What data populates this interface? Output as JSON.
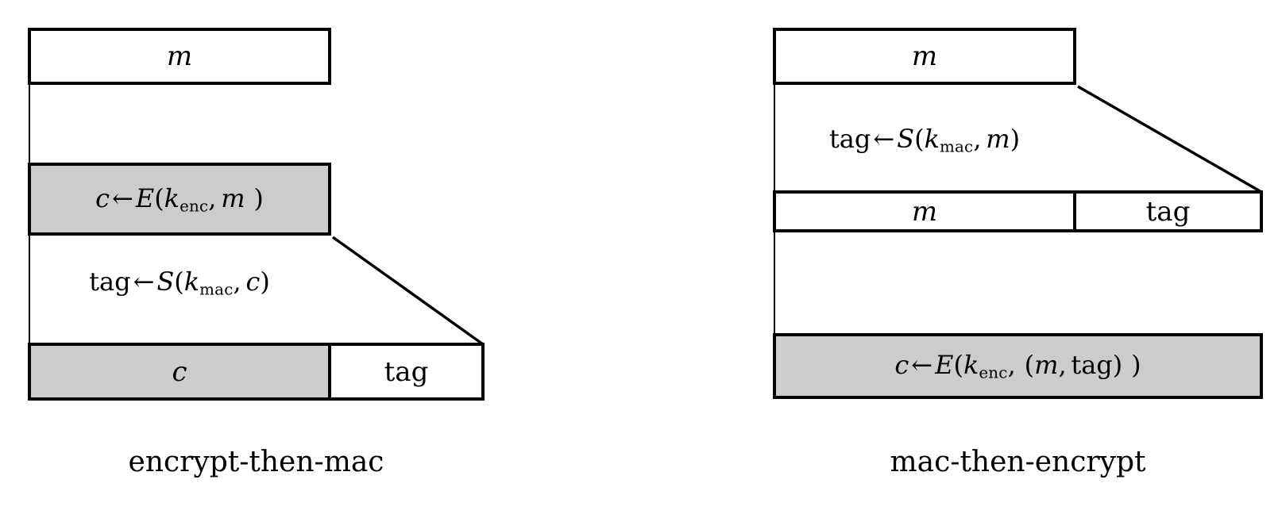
{
  "figure": {
    "title_alt": "encrypt-then-mac versus mac-then-encrypt",
    "colors": {
      "stroke": "#000000",
      "shaded_fill": "#cccccc",
      "plain_fill": "#ffffff",
      "background": "#ffffff"
    }
  },
  "diagrams": [
    {
      "id": "encrypt-then-mac",
      "caption": "encrypt-then-mac",
      "steps": [
        {
          "id": "plaintext",
          "kind": "box",
          "shaded": false,
          "label": "m",
          "label_parts": {
            "var": "m"
          }
        },
        {
          "id": "encrypt",
          "kind": "box",
          "shaded": true,
          "label": "c ← E(k_enc, m )",
          "label_parts": {
            "out": "c",
            "arrow": "←",
            "fn": "E",
            "open": "(",
            "key_base": "k",
            "key_sub": "enc",
            "comma": ",",
            "arg": "m",
            "close": ")"
          }
        },
        {
          "id": "mac",
          "kind": "gap-formula",
          "label": "tag ← S(k_mac, c)",
          "label_parts": {
            "out": "tag",
            "arrow": "←",
            "fn": "S",
            "open": "(",
            "key_base": "k",
            "key_sub": "mac",
            "comma": ",",
            "arg": "c",
            "close": ")"
          }
        },
        {
          "id": "output",
          "kind": "split-box",
          "cells": [
            {
              "id": "ciphertext",
              "label": "c",
              "shaded": true
            },
            {
              "id": "tag",
              "label": "tag",
              "shaded": false
            }
          ]
        }
      ]
    },
    {
      "id": "mac-then-encrypt",
      "caption": "mac-then-encrypt",
      "steps": [
        {
          "id": "plaintext",
          "kind": "box",
          "shaded": false,
          "label": "m",
          "label_parts": {
            "var": "m"
          }
        },
        {
          "id": "mac",
          "kind": "gap-formula",
          "label": "tag ← S(k_mac, m)",
          "label_parts": {
            "out": "tag",
            "arrow": "←",
            "fn": "S",
            "open": "(",
            "key_base": "k",
            "key_sub": "mac",
            "comma": ",",
            "arg": "m",
            "close": ")"
          }
        },
        {
          "id": "message-and-tag",
          "kind": "split-box",
          "cells": [
            {
              "id": "message",
              "label": "m",
              "shaded": false
            },
            {
              "id": "tag",
              "label": "tag",
              "shaded": false
            }
          ]
        },
        {
          "id": "encrypt",
          "kind": "box",
          "shaded": true,
          "label": "c ← E(k_enc, (m, tag) )",
          "label_parts": {
            "out": "c",
            "arrow": "←",
            "fn": "E",
            "open": "(",
            "key_base": "k",
            "key_sub": "enc",
            "comma": ",",
            "inner_open": "(",
            "arg1": "m",
            "inner_comma": ",",
            "arg2": "tag",
            "inner_close": ")",
            "close": ")"
          }
        }
      ]
    }
  ]
}
